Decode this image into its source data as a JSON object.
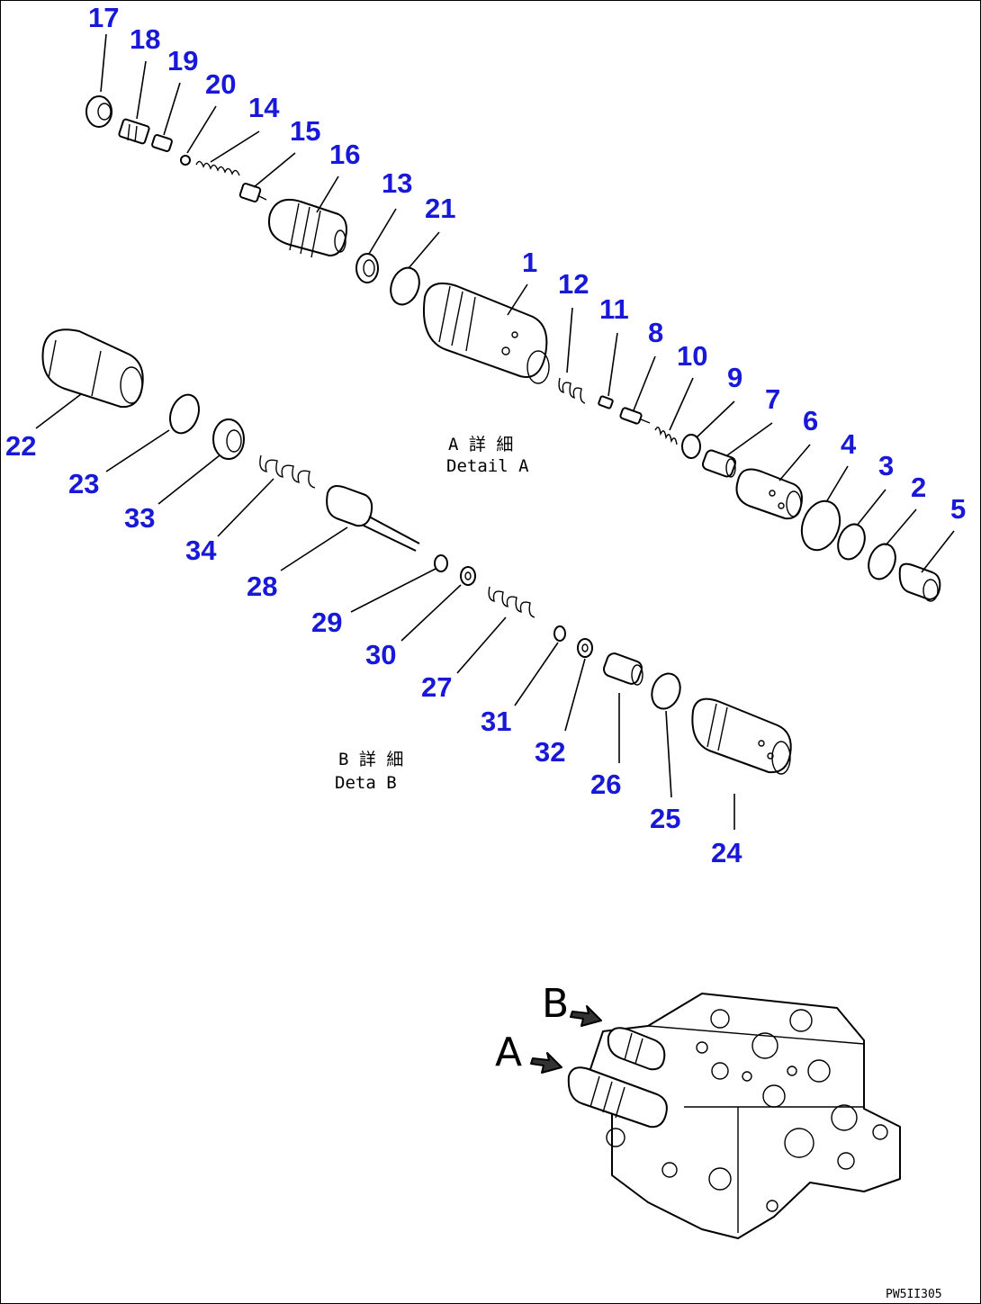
{
  "callouts": [
    {
      "label": "17"
    },
    {
      "label": "18"
    },
    {
      "label": "19"
    },
    {
      "label": "20"
    },
    {
      "label": "14"
    },
    {
      "label": "15"
    },
    {
      "label": "16"
    },
    {
      "label": "13"
    },
    {
      "label": "21"
    },
    {
      "label": "1"
    },
    {
      "label": "12"
    },
    {
      "label": "11"
    },
    {
      "label": "8"
    },
    {
      "label": "10"
    },
    {
      "label": "9"
    },
    {
      "label": "7"
    },
    {
      "label": "6"
    },
    {
      "label": "4"
    },
    {
      "label": "3"
    },
    {
      "label": "2"
    },
    {
      "label": "5"
    },
    {
      "label": "22"
    },
    {
      "label": "23"
    },
    {
      "label": "33"
    },
    {
      "label": "34"
    },
    {
      "label": "28"
    },
    {
      "label": "29"
    },
    {
      "label": "30"
    },
    {
      "label": "27"
    },
    {
      "label": "31"
    },
    {
      "label": "32"
    },
    {
      "label": "26"
    },
    {
      "label": "25"
    },
    {
      "label": "24"
    }
  ],
  "detail_a": {
    "line1": "A 詳 細",
    "line2": "Detail A"
  },
  "detail_b": {
    "line1": "B 詳 細",
    "line2": "Deta  B"
  },
  "view_markers": {
    "a": "A",
    "b": "B"
  },
  "drawing_code": "PW5II305",
  "colors": {
    "callout": "#1818d8",
    "line": "#000000",
    "background": "#ffffff"
  }
}
